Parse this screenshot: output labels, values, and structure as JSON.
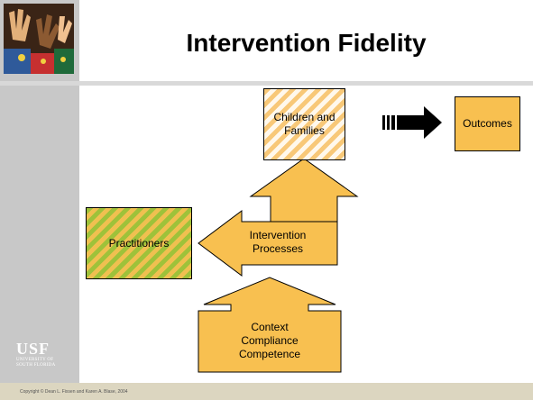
{
  "slide": {
    "title": "Intervention Fidelity",
    "copyright": "Copyright © Dean L. Fixsen and Karen A. Blase, 2004"
  },
  "logo": {
    "main": "USF",
    "sub_line1": "UNIVERSITY OF",
    "sub_line2": "SOUTH FLORIDA"
  },
  "diagram": {
    "children_label": "Children and Families",
    "outcomes_label": "Outcomes",
    "practitioners_label": "Practitioners",
    "processes_label": "Intervention Processes",
    "context_line1": "Context",
    "context_line2": "Compliance",
    "context_line3": "Competence"
  },
  "colors": {
    "accent_fill": "#f8c050",
    "stripe_green": "#9ec23a",
    "sidebar": "#c8c8c8"
  }
}
